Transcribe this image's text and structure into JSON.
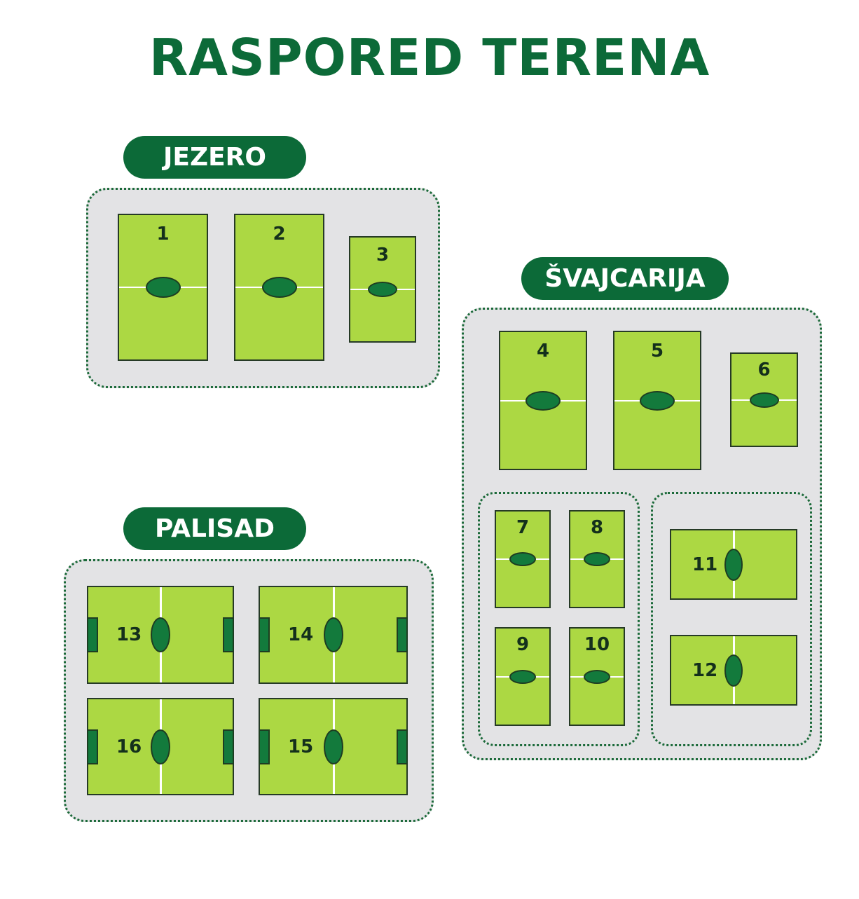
{
  "title": "RASPORED TERENA",
  "colors": {
    "primary": "#0c6a38",
    "field": "#acd843",
    "panel": "#e3e3e5"
  },
  "zones": {
    "jezero": {
      "label": "JEZERO",
      "fields": [
        "1",
        "2",
        "3"
      ]
    },
    "svajcarija": {
      "label": "ŠVAJCARIJA",
      "fields": [
        "4",
        "5",
        "6",
        "7",
        "8",
        "9",
        "10",
        "11",
        "12"
      ]
    },
    "palisad": {
      "label": "PALISAD",
      "fields": [
        "13",
        "14",
        "16",
        "15"
      ]
    }
  }
}
